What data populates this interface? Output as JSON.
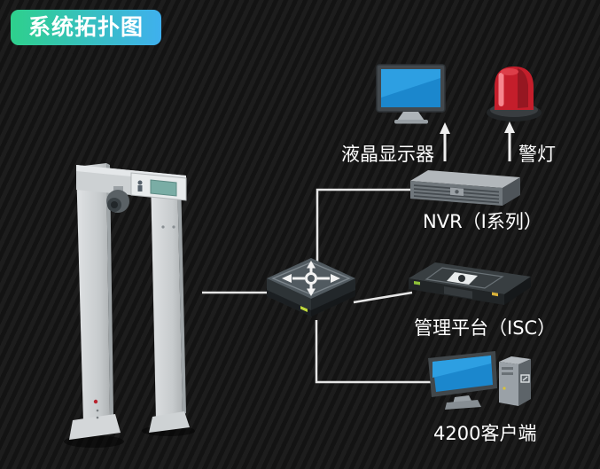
{
  "title_badge": {
    "text": "系统拓扑图"
  },
  "nodes": {
    "gate": {
      "icon": "security-gate-icon"
    },
    "switch": {
      "icon": "network-switch-icon"
    },
    "monitor": {
      "label": "液晶显示器",
      "icon": "lcd-monitor-icon"
    },
    "alarm": {
      "label": "警灯",
      "icon": "alarm-light-icon"
    },
    "nvr": {
      "label": "NVR（I系列）",
      "icon": "nvr-recorder-icon"
    },
    "isc": {
      "label": "管理平台（ISC）",
      "icon": "server-platform-icon"
    },
    "client": {
      "label": "4200客户端",
      "icon": "desktop-pc-icon"
    }
  },
  "colors": {
    "badge_gradient_start": "#2ed08c",
    "badge_gradient_end": "#3fb0ee",
    "background_dark": "#131313",
    "background_stripe": "#1d1d1d",
    "wire": "#e6e6e6",
    "label_text": "#ffffff",
    "screen_blue": "#1b87cd",
    "alarm_red": "#c41e2b",
    "gate_body": "#cdd1d3",
    "switch_body": "#515a60"
  }
}
